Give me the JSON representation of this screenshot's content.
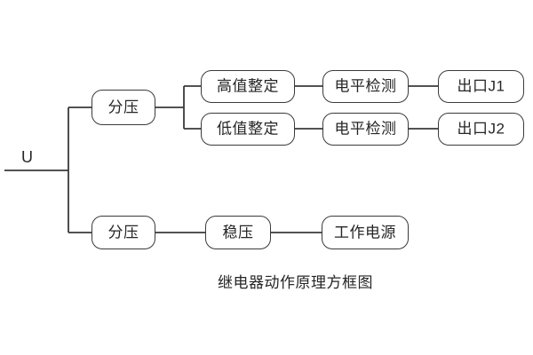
{
  "diagram": {
    "caption": "继电器动作原理方框图",
    "source_label": "U",
    "stroke_color": "#3a3a3a",
    "text_color": "#262626",
    "background_color": "#ffffff",
    "nodes": [
      {
        "id": "divider-top",
        "label": "分压"
      },
      {
        "id": "high-set",
        "label": "高值整定"
      },
      {
        "id": "low-set",
        "label": "低值整定"
      },
      {
        "id": "level-detect-1",
        "label": "电平检测"
      },
      {
        "id": "level-detect-2",
        "label": "电平检测"
      },
      {
        "id": "output-j1",
        "label": "出口J1"
      },
      {
        "id": "output-j2",
        "label": "出口J2"
      },
      {
        "id": "divider-bottom",
        "label": "分压"
      },
      {
        "id": "regulator",
        "label": "稳压"
      },
      {
        "id": "working-power",
        "label": "工作电源"
      }
    ]
  }
}
